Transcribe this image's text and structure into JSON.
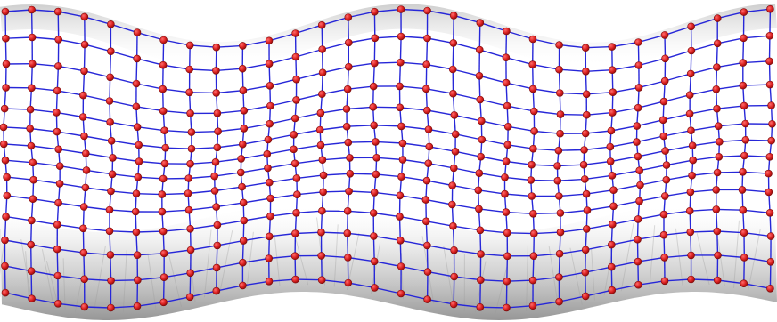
{
  "diagram": {
    "kind": "deformed-grid-mesh",
    "columns": 30,
    "rows": 14,
    "colors": {
      "background": "#ffffff",
      "edge": "#2727d8",
      "node_fill": "#d91f1f",
      "node_stroke": "#7a0b0b",
      "shadow": "#9a9a9a"
    }
  }
}
